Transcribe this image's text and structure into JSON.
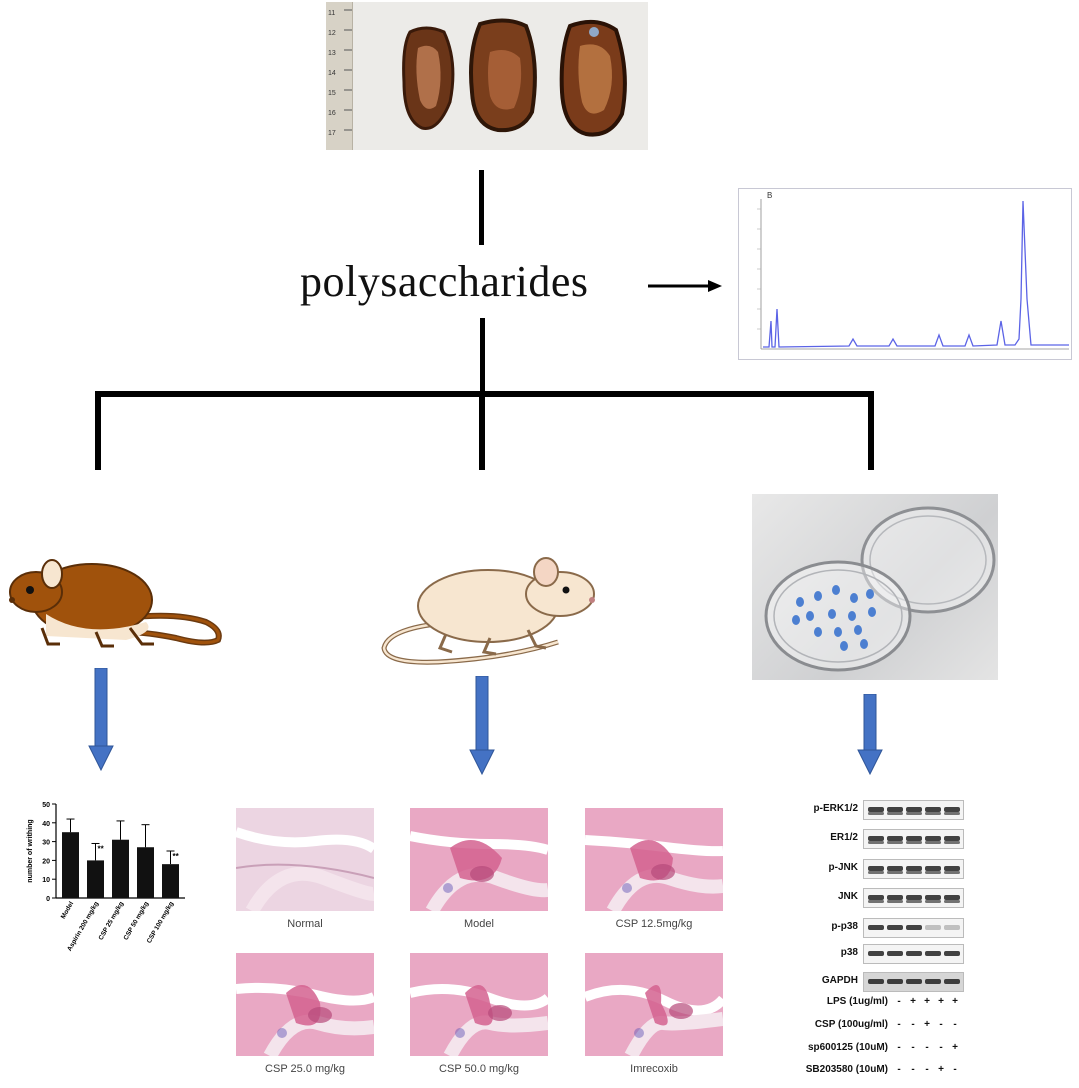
{
  "center_label": "polysaccharides",
  "slices_photo": {
    "ruler_marks": [
      "11",
      "12",
      "13",
      "14",
      "15",
      "16",
      "17"
    ]
  },
  "chromatogram": {
    "panel_letter": "B"
  },
  "writhing_chart": {
    "ylabel": "number of writhing",
    "yticks": [
      "0",
      "10",
      "20",
      "30",
      "40",
      "50"
    ],
    "stars": [
      "**",
      "**"
    ]
  },
  "chart_data": {
    "type": "bar",
    "categories": [
      "Model",
      "Aspirin 200 mg/kg",
      "CSP 25 mg/kg",
      "CSP 50 mg/kg",
      "CSP 100 mg/kg"
    ],
    "values": [
      35,
      20,
      31,
      27,
      18
    ],
    "errors": [
      7,
      9,
      10,
      12,
      7
    ],
    "significance": [
      "",
      "**",
      "",
      "",
      "**"
    ],
    "xlabel": "",
    "ylabel": "number of writhing",
    "ylim": [
      0,
      50
    ],
    "colors": {
      "bar": "#111111"
    }
  },
  "histology": [
    {
      "caption": "Normal"
    },
    {
      "caption": "Model"
    },
    {
      "caption": "CSP 12.5mg/kg"
    },
    {
      "caption": "CSP 25.0 mg/kg"
    },
    {
      "caption": "CSP 50.0 mg/kg"
    },
    {
      "caption": "Imrecoxib"
    }
  ],
  "western_blot": {
    "bands": [
      "p-ERK1/2",
      "ER1/2",
      "p-JNK",
      "JNK",
      "p-p38",
      "p38",
      "GAPDH"
    ],
    "conditions": [
      {
        "label": "LPS (1ug/ml)",
        "signs": [
          "-",
          "+",
          "+",
          "+",
          "+"
        ]
      },
      {
        "label": "CSP (100ug/ml)",
        "signs": [
          "-",
          "-",
          "+",
          "-",
          "-"
        ]
      },
      {
        "label": "sp600125 (10uM)",
        "signs": [
          "-",
          "-",
          "-",
          "-",
          "+"
        ]
      },
      {
        "label": "SB203580 (10uM)",
        "signs": [
          "-",
          "-",
          "-",
          "+",
          "-"
        ]
      }
    ]
  },
  "colors": {
    "arrow_blue": "#4472c4",
    "arrow_outline": "#2f5597",
    "chrom_line": "#5b63e6",
    "mouse_brown": "#a0520c",
    "rat_cream": "#f7e6d0",
    "histo_pink": "#d4628f"
  }
}
